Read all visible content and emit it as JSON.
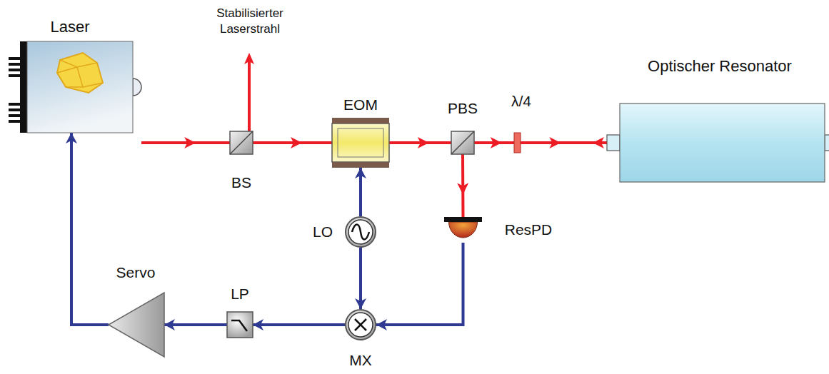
{
  "diagram": {
    "nodes": [
      {
        "text": [
          "Laser"
        ]
      },
      {
        "text": [
          "BS"
        ]
      },
      {
        "text": [
          "EOM"
        ]
      },
      {
        "text": [
          "PBS"
        ]
      },
      {
        "text": [
          "λ/4"
        ]
      },
      {
        "text": [
          "Optischer Resonator"
        ]
      },
      {
        "text": [
          "ResPD"
        ]
      },
      {
        "text": [
          "LO"
        ]
      },
      {
        "text": [
          "MX"
        ]
      },
      {
        "text": [
          "LP"
        ]
      },
      {
        "text": [
          "Servo"
        ]
      }
    ],
    "edges": [
      {
        "from": 0,
        "to": 1,
        "arrow": "to"
      },
      {
        "from": 1,
        "to": 2,
        "arrow": "to"
      },
      {
        "from": 2,
        "to": 3,
        "arrow": "to"
      },
      {
        "from": 3,
        "to": 4,
        "arrow": "to"
      },
      {
        "from": 4,
        "to": 5,
        "arrow": "both"
      },
      {
        "from": 3,
        "to": 6,
        "arrow": "to"
      },
      {
        "from": 6,
        "to": 8,
        "arrow": "to"
      },
      {
        "from": 7,
        "to": 2,
        "arrow": "to"
      },
      {
        "from": 7,
        "to": 8,
        "arrow": "to"
      },
      {
        "from": 8,
        "to": 9,
        "arrow": "to"
      },
      {
        "from": 9,
        "to": 10,
        "arrow": "to"
      },
      {
        "from": 10,
        "to": 0,
        "arrow": "to"
      }
    ],
    "labels": [
      "Stabilisierter Laserstrahl"
    ]
  }
}
